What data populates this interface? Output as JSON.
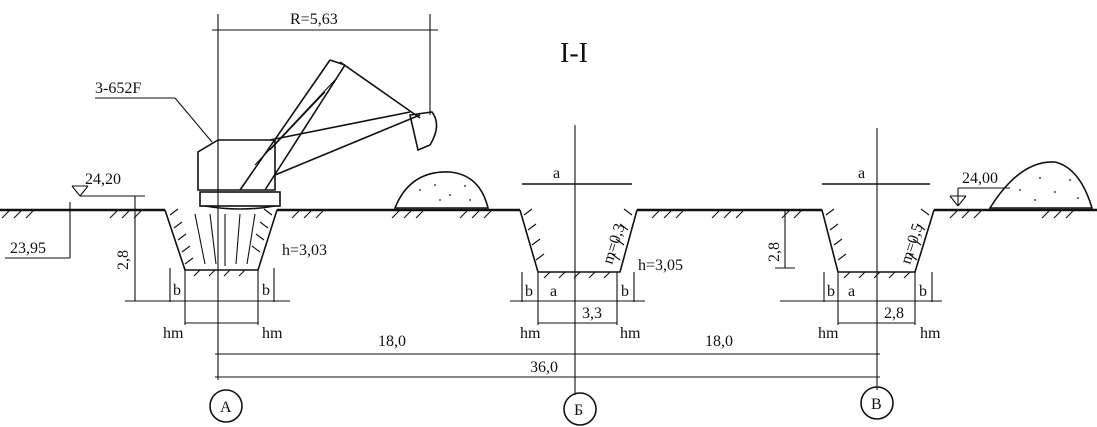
{
  "section_label": "I-I",
  "excavator_model": "3-652F",
  "radius_label": "R=5,63",
  "levels": {
    "left_top": "24,20",
    "left_bottom": "23,95",
    "right_top": "24,00"
  },
  "trenches": [
    {
      "depth_label": "2,8",
      "h_label": "h=3,03",
      "b_left": "b",
      "b_right": "b",
      "hm_left": "hm",
      "hm_right": "hm"
    },
    {
      "top_label": "a",
      "slope_label": "m=0,3",
      "h_label": "h=3,05",
      "b_left": "b",
      "bottom_label": "a",
      "b_right": "b",
      "width_label": "3,3",
      "hm_left": "hm",
      "hm_right": "hm"
    },
    {
      "top_label": "a",
      "depth_label": "2,8",
      "slope_label": "m=0,5",
      "b_left": "b",
      "bottom_label": "a",
      "b_right": "b",
      "width_label": "2,8",
      "hm_left": "hm",
      "hm_right": "hm"
    }
  ],
  "dimensions": {
    "span_1": "18,0",
    "span_2": "18,0",
    "total": "36,0"
  },
  "axes": [
    "А",
    "Б",
    "В"
  ]
}
